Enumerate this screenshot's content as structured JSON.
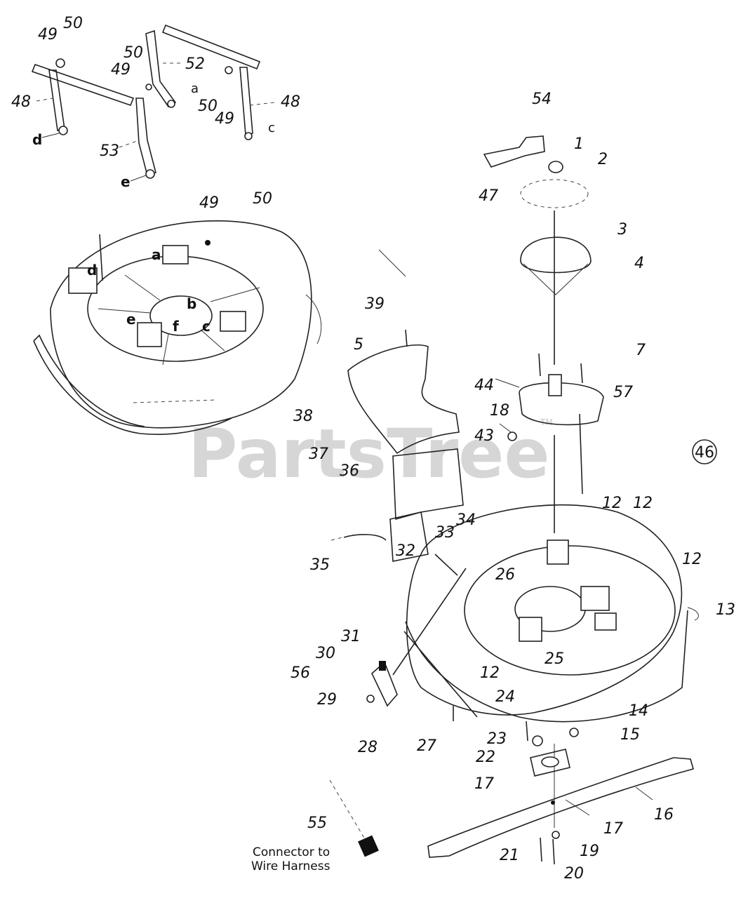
{
  "watermark": {
    "text": "PartsTree",
    "tm": "TM"
  },
  "callouts": {
    "n1": "1",
    "n2": "2",
    "n3": "3",
    "n4": "4",
    "n5": "5",
    "n7": "7",
    "n12a": "12",
    "n12b": "12",
    "n12c": "12",
    "n12d": "12",
    "n13": "13",
    "n14": "14",
    "n15": "15",
    "n16": "16",
    "n17a": "17",
    "n17b": "17",
    "n18": "18",
    "n19": "19",
    "n20": "20",
    "n21": "21",
    "n22": "22",
    "n23": "23",
    "n24": "24",
    "n25": "25",
    "n26": "26",
    "n27": "27",
    "n28": "28",
    "n29": "29",
    "n30": "30",
    "n31": "31",
    "n32": "32",
    "n33": "33",
    "n34": "34",
    "n35": "35",
    "n36": "36",
    "n37": "37",
    "n38": "38",
    "n39": "39",
    "n43": "43",
    "n44": "44",
    "n46": "46",
    "n47": "47",
    "n48a": "48",
    "n48b": "48",
    "n49a": "49",
    "n49b": "49",
    "n49c": "49",
    "n49d": "49",
    "n50a": "50",
    "n50b": "50",
    "n50c": "50",
    "n50d": "50",
    "n52": "52",
    "n53": "53",
    "n54": "54",
    "n55": "55",
    "n56": "56",
    "n57": "57"
  },
  "letters": {
    "link_a": "a",
    "link_c": "c",
    "link_d": "d",
    "link_e": "e",
    "deck_a": "a",
    "deck_b": "b",
    "deck_c": "c",
    "deck_d": "d",
    "deck_e": "e",
    "deck_f": "f"
  },
  "note": {
    "line1": "Connector to",
    "line2": "Wire Harness"
  }
}
